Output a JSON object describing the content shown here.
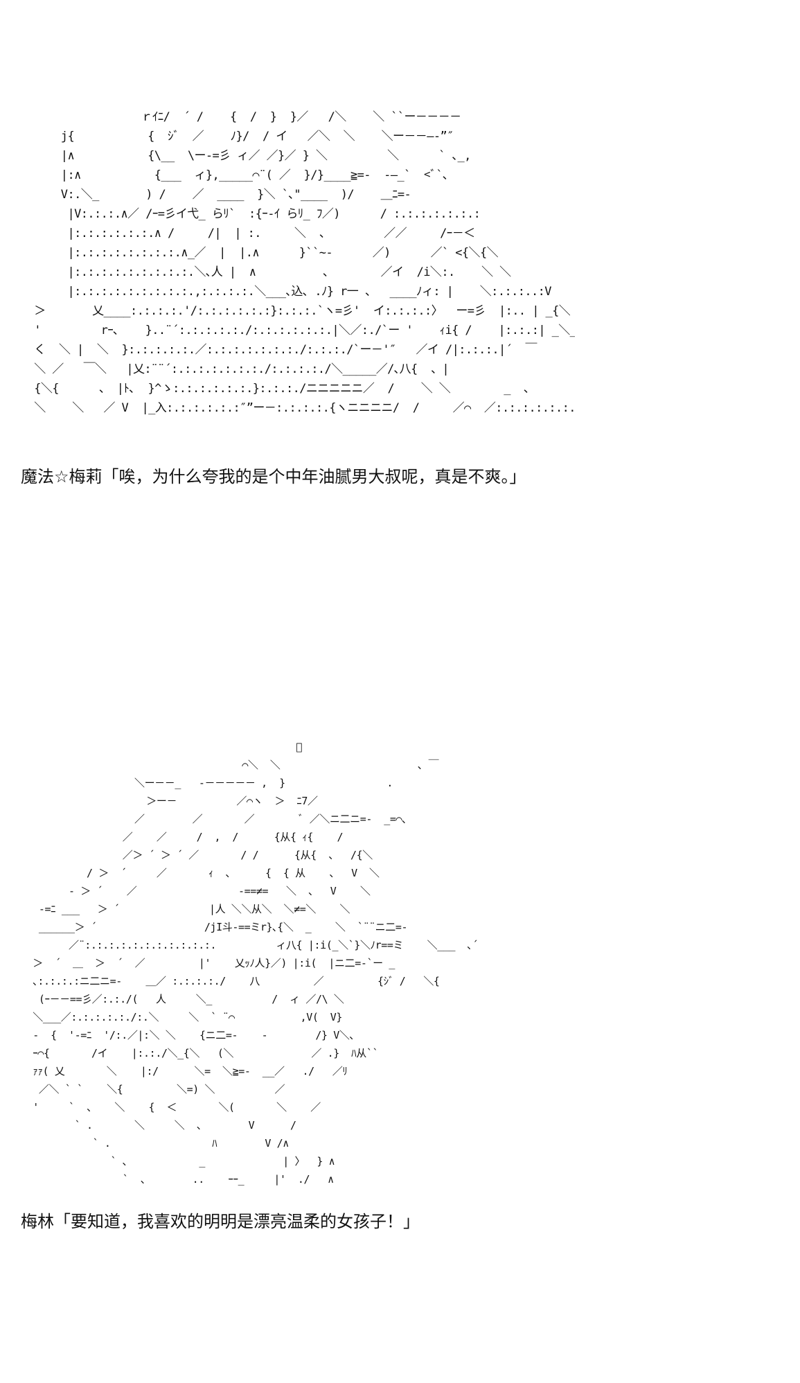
{
  "panels": [
    {
      "art_lines": [
        "                  ｒｲﾆ/  ´ /    {  /  }  }／   /＼    ＼ ``ー－－－－",
        "      j{           {  ｼﾞ  ／    ﾉ}/  / イ   ／＼  ＼    ＼ー－－―‐”″",
        "      |∧           {\\__  \\ー-=彡 ィ／ ／}／ } ＼         ＼      ` ､_,",
        "      |:∧           {___  ィ},_____⌒¨( ／  }/}____≧=-  -―_`  <ﾞ`､",
        "      V:.＼_       ) /    ／  ____  }＼ `､\"____  )/    ＿ﾆ=-",
        "       |V:.:.:.∧／ /ｰ=彡イ弋_ らﾘ`  :{ｰ-ｲ らﾘ_ ﾌ／)      / :.:.:.:.:.:.:",
        "       |:.:.:.:.:.:.∧ /     /|  | :.     ＼  、        ／／     /ｰ－＜",
        "       |:.:.:.:.:.:.:.:.∧_／  |  |.∧      }``~-      ／)      ／` <{＼{＼",
        "       |:.:.:.:.:.:.:.:.:.＼､人 |  ∧          、       ／イ  /i＼:.    ＼ ＼",
        "       |:.:.:.:.:.:.:.:.:.,:.:.:.:.＼___､込､ .ﾉ} r一 、  ____ﾉィ: |    ＼:.:.:..:V",
        "  ＞       乂____:.:.:.:.'/:.:.:.:.:.:}:.:.:.`ヽ=彡'  イ:.:.:.:〉  ー=彡  |:.. | _{＼ `″”ー",
        "  '         rｰ､    }..¨´:.:.:.:.:./:.:.:.:.:.:.|＼／:./`ー '    ｨi{ /    |:.:.:| _＼__}＼",
        "  く  ＼ |  ＼  }:.:.:.:.:.／:.:.:.:.:.:.:./:.:.:./`ー－'″   ／イ /|:.:.:.|´  ￣      `  `､",
        "  ＼ ／   ￣＼   |乂:¨¨´:.:.:.:.:.:.:./:.:.:.:./＼_____／/､八{  、|",
        "  {＼{      、 |ﾄ､  }^ゝ:.:.:.:.:.:.}:.:.:./ニニニニニ／  /    ＼ ＼        _  ､",
        "  ＼    ＼   ／ V  |_入:.:.:.:.:.:″”ー－:.:.:.:.{ヽニニニニ/  /     ／⌒  ／:.:.:.:.:.:.ﾉ"
      ],
      "caption": "魔法☆梅莉「唉，为什么夸我的是个中年油腻男大叔呢，真是不爽。」"
    },
    {
      "art_lines": [
        "                                              ﾞ",
        "                                     ⌒＼  ＼                       ､ ￣",
        "                   ＼ー－－_   -－－－－－ ,  }                 .",
        "                     ＞ー－          ／⌒ヽ  ＞  ﾆ7／",
        "                   ／        ／       ／        ﾞ ／＼ニ二ニ=-  _=⌒､",
        "                 ／    ／     /  ,  /      {从{ ｨ{    /",
        "                 ／＞ ´ ＞ ´ ／       / /      {从{  、  /{＼",
        "           / ＞  ´     ／       ｨ  、     {  { 从    、  V  ＼",
        "        - ＞ ´    ／                 -==≠=   ＼  、  V    ＼",
        "   -=ﾆ ___   ＞ ´               |人 ＼＼从＼  ＼≠=＼    ＼",
        "   ______＞ ´                  /jI斗-==ミr}､{＼  _    ＼  `¨¨ニ二=-",
        "        ／¨:.:.:.:.:.:.:.:.:.:.:.          ィ八{ |:i(_＼`}＼ﾉr==ミ    ＼___  ､´",
        "  ＞  ´  ＿  ＞  ´  ／         |'    乂ｯﾉ人}／) |:i(  |ニ二=-`ー _",
        "  ､:.:.:.:ニ二ニ=-    ＿／ :.:.:.:./    八         ／         {ｼﾞ /   ＼{",
        "   (ｰ－－==彡／:.:./(   人     ＼_          /  ィ ／/\\ ＼",
        "  ＼___／:.:.:.:.:./:.＼     ＼  ` ¨⌒           ,V(  V}",
        "  -  {  '-=ﾆ  '/:.／|:＼ ＼    {ニ二=-    -        /} V＼､",
        "  ｰ⌒{       /イ    |:.:./＼_{＼   (＼             ／ .}  ﾊ从``",
        "  ｧｧ( 乂       ＼    |:/      ＼=  ＼≧=-  __／   ./   ／ﾘ",
        "   ／＼ ` `    ＼{         ＼=) ＼          ／",
        "  '     `  、   ＼    {  ＜       ＼(       ＼    ／",
        "         ` .       ＼     ＼  、       V      /",
        "            ` .                 ﾊ        V /∧",
        "               ` ､            _             | 〉  } ∧",
        "                 `  、       ..    ｰｰ_     |'  ./   ∧"
      ],
      "caption": "梅林「要知道，我喜欢的明明是漂亮温柔的女孩子！」"
    }
  ]
}
